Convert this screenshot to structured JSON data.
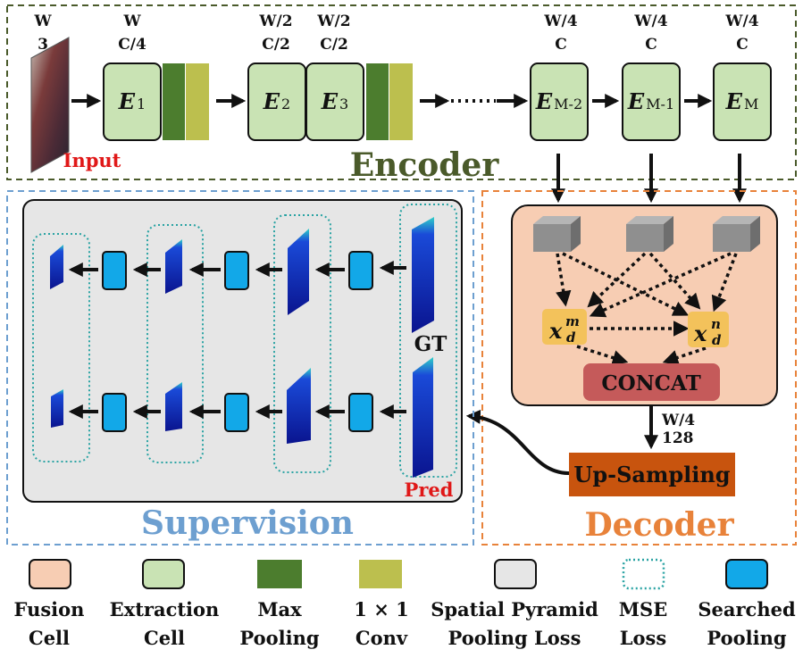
{
  "encoder": {
    "title": "Encoder",
    "input_label": "Input",
    "dims": [
      {
        "id": "input",
        "top": "W",
        "bottom": "3"
      },
      {
        "id": "e1",
        "top": "W",
        "bottom": "C/4"
      },
      {
        "id": "e2",
        "top": "W/2",
        "bottom": "C/2"
      },
      {
        "id": "e3",
        "top": "W/2",
        "bottom": "C/2"
      },
      {
        "id": "em2",
        "top": "W/4",
        "bottom": "C"
      },
      {
        "id": "em1",
        "top": "W/4",
        "bottom": "C"
      },
      {
        "id": "em",
        "top": "W/4",
        "bottom": "C"
      }
    ],
    "cells": [
      {
        "id": "e1",
        "letter": "E",
        "sub": "1"
      },
      {
        "id": "e2",
        "letter": "E",
        "sub": "2"
      },
      {
        "id": "e3",
        "letter": "E",
        "sub": "3"
      },
      {
        "id": "em2",
        "letter": "E",
        "sub": "M-2"
      },
      {
        "id": "em1",
        "letter": "E",
        "sub": "M-1"
      },
      {
        "id": "em",
        "letter": "E",
        "sub": "M"
      }
    ]
  },
  "decoder": {
    "title": "Decoder",
    "node_m": {
      "base": "x",
      "sup": "m",
      "sub": "d"
    },
    "node_n": {
      "base": "x",
      "sup": "n",
      "sub": "d"
    },
    "concat_label": "CONCAT",
    "dim_top": "W/4",
    "dim_bottom": "128",
    "upsampling_label": "Up-Sampling"
  },
  "supervision": {
    "title": "Supervision",
    "gt_label": "GT",
    "pred_label": "Pred"
  },
  "legend": [
    {
      "id": "fusion-cell",
      "line1": "Fusion",
      "line2": "Cell"
    },
    {
      "id": "extraction-cell",
      "line1": "Extraction",
      "line2": "Cell"
    },
    {
      "id": "max-pooling",
      "line1": "Max",
      "line2": "Pooling"
    },
    {
      "id": "conv-1x1",
      "line1": "1 × 1",
      "line2": "Conv"
    },
    {
      "id": "spatial-pyramid-pooling-loss",
      "line1": "Spatial Pyramid",
      "line2": "Pooling Loss"
    },
    {
      "id": "mse-loss",
      "line1": "MSE",
      "line2": "Loss"
    },
    {
      "id": "searched-pooling",
      "line1": "Searched",
      "line2": "Pooling"
    }
  ],
  "colors": {
    "encoder_title": "#4a5a2a",
    "supervision_title": "#6d9fd0",
    "decoder_title": "#e8823a",
    "extraction_cell": "#c9e3b4",
    "fusion_cell": "#f7cdb3",
    "max_pooling": "#4c7d2e",
    "conv_1x1": "#bcbf4e",
    "supervision_bg": "#e6e6e6",
    "searched_pooling": "#12a8e8",
    "mse_dotted": "#2aa3a3",
    "concat_box": "#c55a5a",
    "upsampling_box": "#c8540e",
    "input_label": "#e01818",
    "pred_label": "#e01818",
    "decoder_node": "#f3c25b"
  }
}
